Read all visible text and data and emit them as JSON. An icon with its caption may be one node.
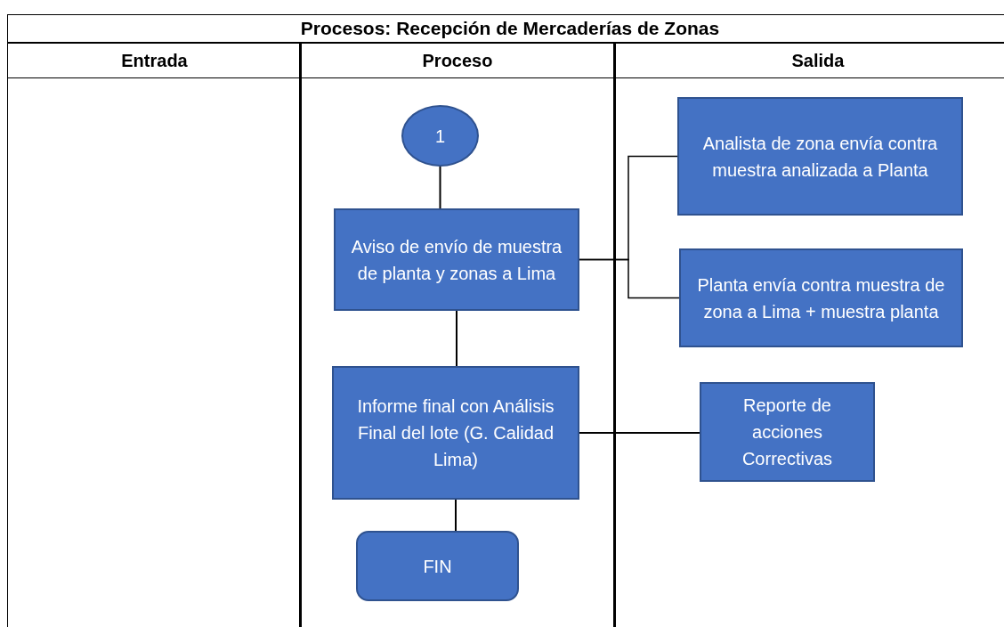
{
  "diagram": {
    "title": "Procesos: Recepción de Mercaderías de Zonas",
    "nodes": [
      {
        "text": [
          "Entrada"
        ]
      },
      {
        "text": [
          "Proceso"
        ]
      },
      {
        "text": [
          "Salida"
        ]
      },
      {
        "text": [
          "1"
        ],
        "in": 1
      },
      {
        "text": [
          "Aviso de envío de muestra de planta y zonas a Lima"
        ],
        "in": 1
      },
      {
        "text": [
          "Informe final con Análisis Final del lote (G. Calidad Lima)"
        ],
        "in": 1
      },
      {
        "text": [
          "FIN"
        ],
        "in": 1
      },
      {
        "text": [
          "Analista de zona envía contra muestra analizada a Planta"
        ],
        "in": 2
      },
      {
        "text": [
          "Planta envía contra muestra de zona a Lima + muestra planta"
        ],
        "in": 2
      },
      {
        "text": [
          "Reporte de acciones Correctivas"
        ],
        "in": 2
      }
    ],
    "edges": [
      {
        "from": 3,
        "to": 4,
        "arrow": "none"
      },
      {
        "from": 4,
        "to": 5,
        "arrow": "none"
      },
      {
        "from": 5,
        "to": 6,
        "arrow": "none"
      },
      {
        "from": 4,
        "to": 7,
        "arrow": "none"
      },
      {
        "from": 4,
        "to": 8,
        "arrow": "none"
      },
      {
        "from": 5,
        "to": 9,
        "arrow": "none"
      }
    ]
  }
}
